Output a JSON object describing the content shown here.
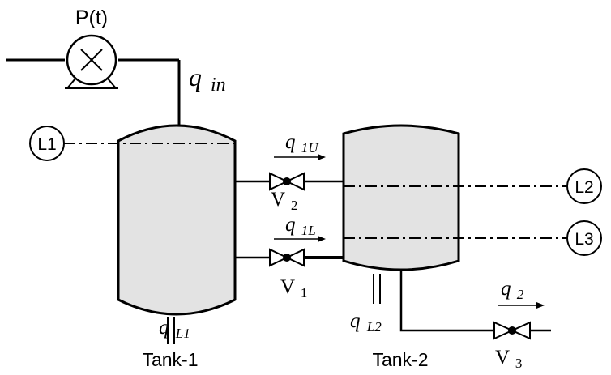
{
  "colors": {
    "line": "#000000",
    "tank_fill": "#e3e3e3",
    "background": "#ffffff"
  },
  "pump": {
    "label": "P(t)",
    "icon": "pump-icon"
  },
  "flows": {
    "inlet": {
      "sym": "q",
      "sub": "in"
    },
    "upper_link": {
      "sym": "q",
      "sub": "1U"
    },
    "lower_link": {
      "sym": "q",
      "sub": "1L"
    },
    "tank1_leak": {
      "sym": "q",
      "sub": "L1"
    },
    "tank2_leak": {
      "sym": "q",
      "sub": "L2"
    },
    "outlet": {
      "sym": "q",
      "sub": "2"
    }
  },
  "sensors": {
    "l1": "L1",
    "l2": "L2",
    "l3": "L3"
  },
  "valves": {
    "v1": {
      "sym": "V",
      "sub": "1"
    },
    "v2": {
      "sym": "V",
      "sub": "2"
    },
    "v3": {
      "sym": "V",
      "sub": "3"
    }
  },
  "tanks": {
    "tank1": "Tank-1",
    "tank2": "Tank-2"
  }
}
